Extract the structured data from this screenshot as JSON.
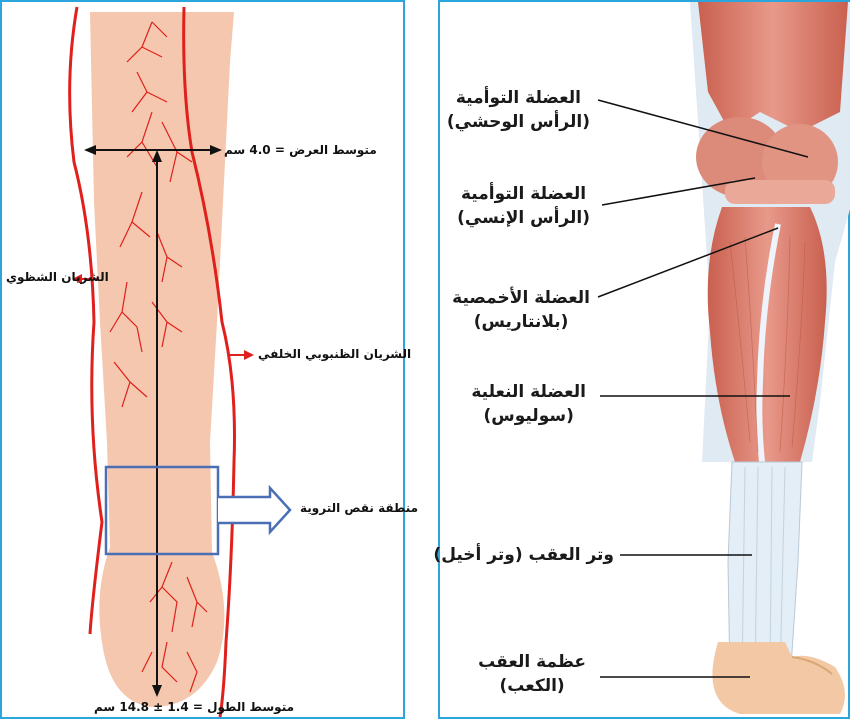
{
  "left_panel": {
    "width_label": "متوسط العرض = 4.0 سم",
    "peroneal_artery_label": "الشريان الشظوي",
    "posterior_tibial_label": "الشريان الظنبوبي الخلفي",
    "ischemia_label": "منطقة نقص التروية",
    "length_label": "متوسط الطول = 1.4 ± 14.8 سم"
  },
  "right_panel": {
    "labels": [
      {
        "line1": "العضلة التوأمية",
        "line2": "(الرأس الوحشي)"
      },
      {
        "line1": "العضلة التوأمية",
        "line2": "(الرأس الإنسي)"
      },
      {
        "line1": "العضلة الأخمصية",
        "line2": "(بلانتاريس)"
      },
      {
        "line1": "العضلة النعلية",
        "line2": "(سوليوس)"
      },
      {
        "line1": "وتر العقب (وتر أخيل)",
        "line2": ""
      },
      {
        "line1": "عظمة العقب",
        "line2": "(الكعب)"
      }
    ]
  },
  "colors": {
    "panel_border": "#2aa6dc",
    "skin": "#f4c7ae",
    "artery": "#e0201c",
    "ischemia_box": "#4a6fb5",
    "muscle": "#d9796a",
    "tendon": "#e3eef6"
  }
}
